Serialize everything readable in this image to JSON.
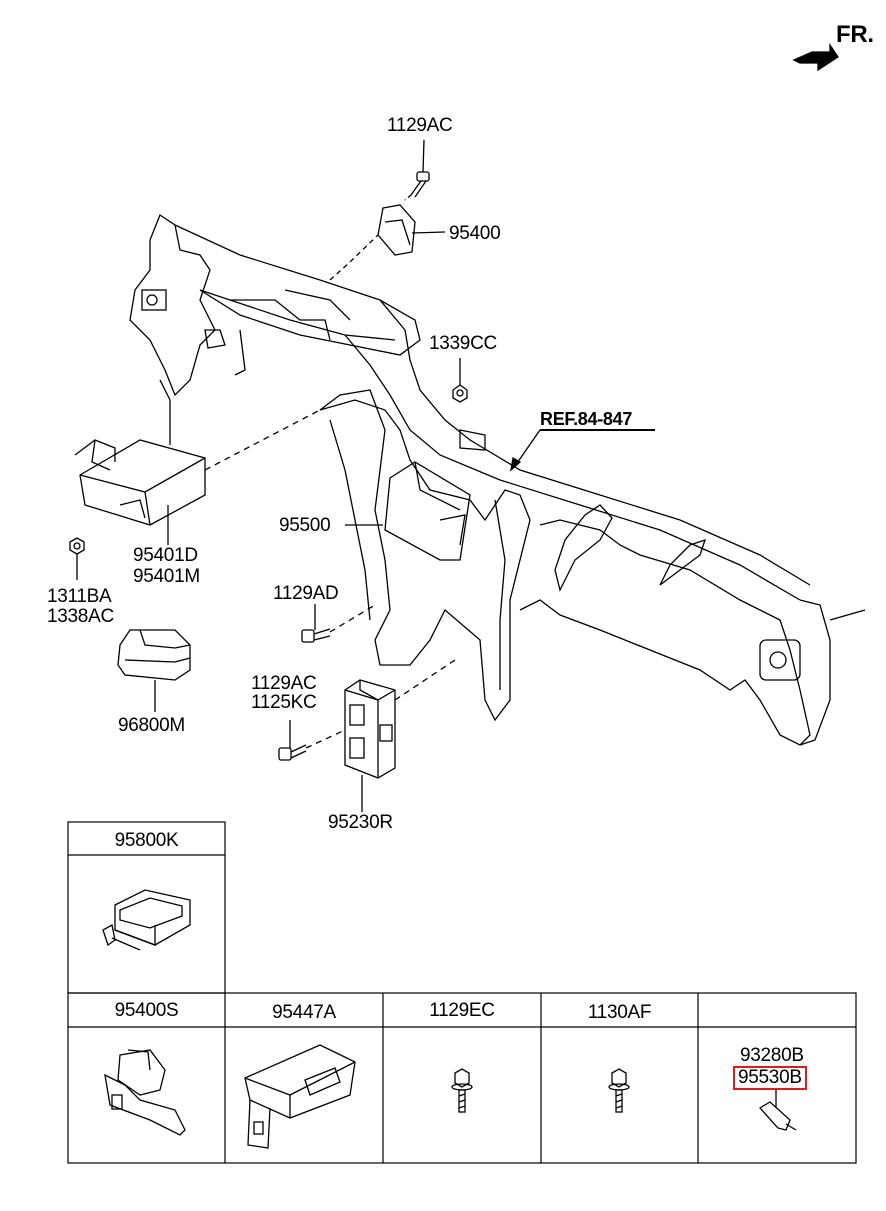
{
  "orientation": {
    "label": "FR."
  },
  "reference": {
    "label": "REF.84-847"
  },
  "callouts": {
    "p1129AC_top": "1129AC",
    "p95400": "95400",
    "p1339CC": "1339CC",
    "p95500": "95500",
    "p95401D": "95401D",
    "p95401M": "95401M",
    "p1311BA": "1311BA",
    "p1338AC": "1338AC",
    "p1129AD": "1129AD",
    "p96800M": "96800M",
    "p1129AC_bottom": "1129AC",
    "p1125KC": "1125KC",
    "p95230R": "95230R"
  },
  "parts_table": {
    "top_cell": {
      "title": "95800K"
    },
    "cells": [
      {
        "title": "95400S"
      },
      {
        "title": "95447A"
      },
      {
        "title": "1129EC"
      },
      {
        "title": "1130AF"
      },
      {
        "title": "",
        "sub_labels": [
          "93280B",
          "95530B"
        ],
        "highlighted": "95530B"
      }
    ]
  },
  "highlight_color": "#e01b1b"
}
